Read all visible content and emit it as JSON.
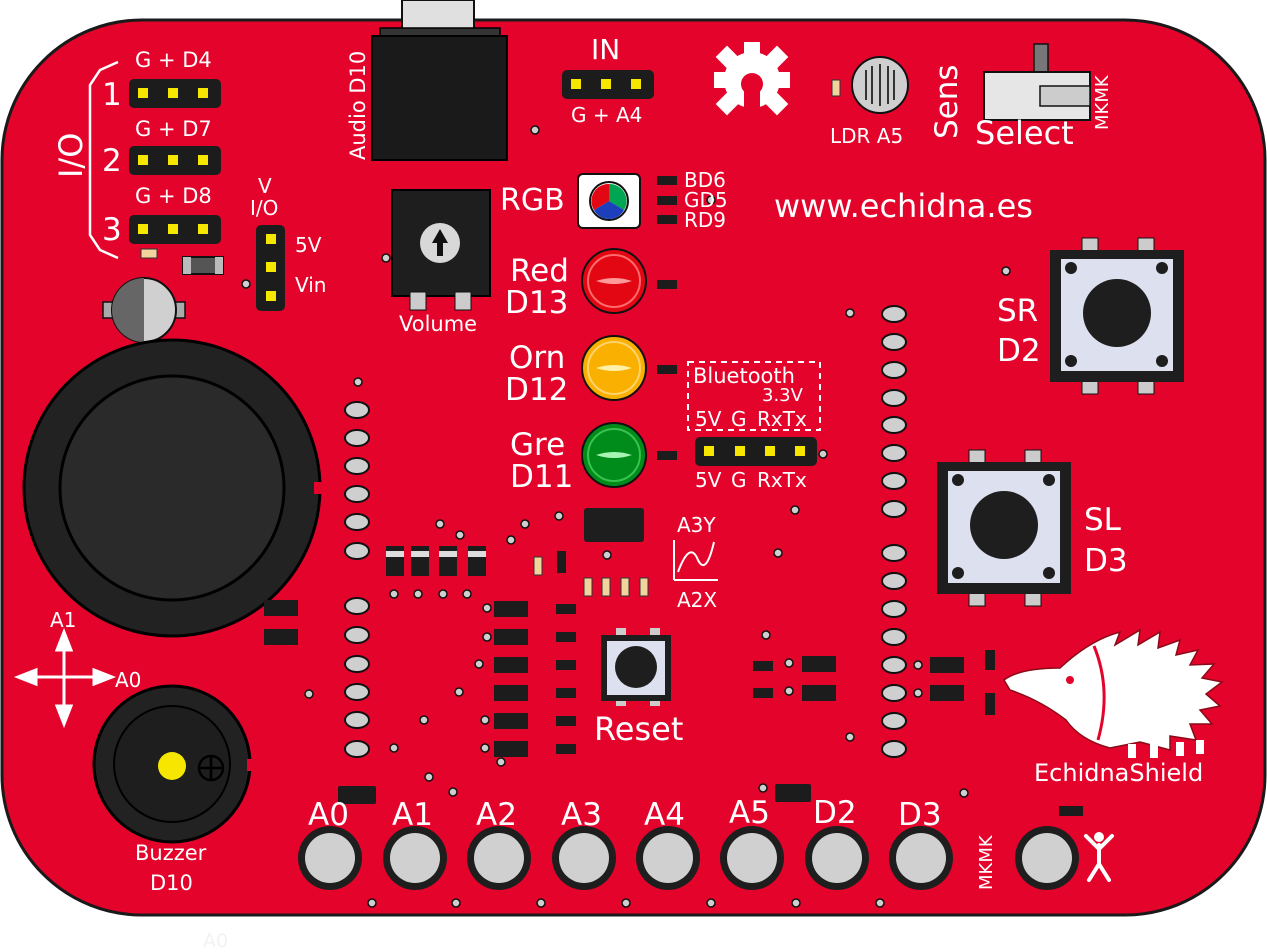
{
  "colors": {
    "board": "#e3032b",
    "board_edge": "#1a1a1a",
    "silk": "#ffffff",
    "header": "#1c1c1c",
    "pin": "#f7e600",
    "red_led": "#e30613",
    "orange_led": "#f9b000",
    "green_led": "#008c1a",
    "pad": "#d0d0d0"
  },
  "io": {
    "title": "I/O",
    "rows": [
      {
        "num": "1",
        "label": "G + D4"
      },
      {
        "num": "2",
        "label": "G + D7"
      },
      {
        "num": "3",
        "label": "G + D8"
      }
    ]
  },
  "vio": {
    "title_v": "V",
    "title_io": "I/O",
    "opt_5v": "5V",
    "opt_vin": "Vin"
  },
  "audio": {
    "label": "Audio D10"
  },
  "in_header": {
    "title": "IN",
    "label": "G + A4"
  },
  "ldr": {
    "label": "LDR A5"
  },
  "sens": {
    "title": "Sens",
    "select": "Select",
    "mkmk": "MKMK"
  },
  "url": "www.echidna.es",
  "rgb": {
    "title": "RGB",
    "pins": [
      "BD6",
      "GD5",
      "RD9"
    ]
  },
  "leds": [
    {
      "name": "Red",
      "pin": "D13"
    },
    {
      "name": "Orn",
      "pin": "D12"
    },
    {
      "name": "Gre",
      "pin": "D11"
    }
  ],
  "volume": {
    "label": "Volume"
  },
  "bluetooth": {
    "title": "Bluetooth",
    "voltage": "3.3V",
    "pins": [
      "5V",
      "G",
      "RxTx"
    ]
  },
  "buttons": {
    "sr": {
      "name": "SR",
      "pin": "D2"
    },
    "sl": {
      "name": "SL",
      "pin": "D3"
    },
    "reset": "Reset"
  },
  "accel": {
    "y": "A3Y",
    "x": "A2X"
  },
  "joystick": {
    "y": "A1",
    "x": "A0"
  },
  "buzzer": {
    "label": "Buzzer",
    "pin": "D10"
  },
  "pads": [
    "A0",
    "A1",
    "A2",
    "A3",
    "A4",
    "A5",
    "D2",
    "D3"
  ],
  "pad_mkmk": "MKMK",
  "brand": "EchidnaShield",
  "stray": "A0"
}
